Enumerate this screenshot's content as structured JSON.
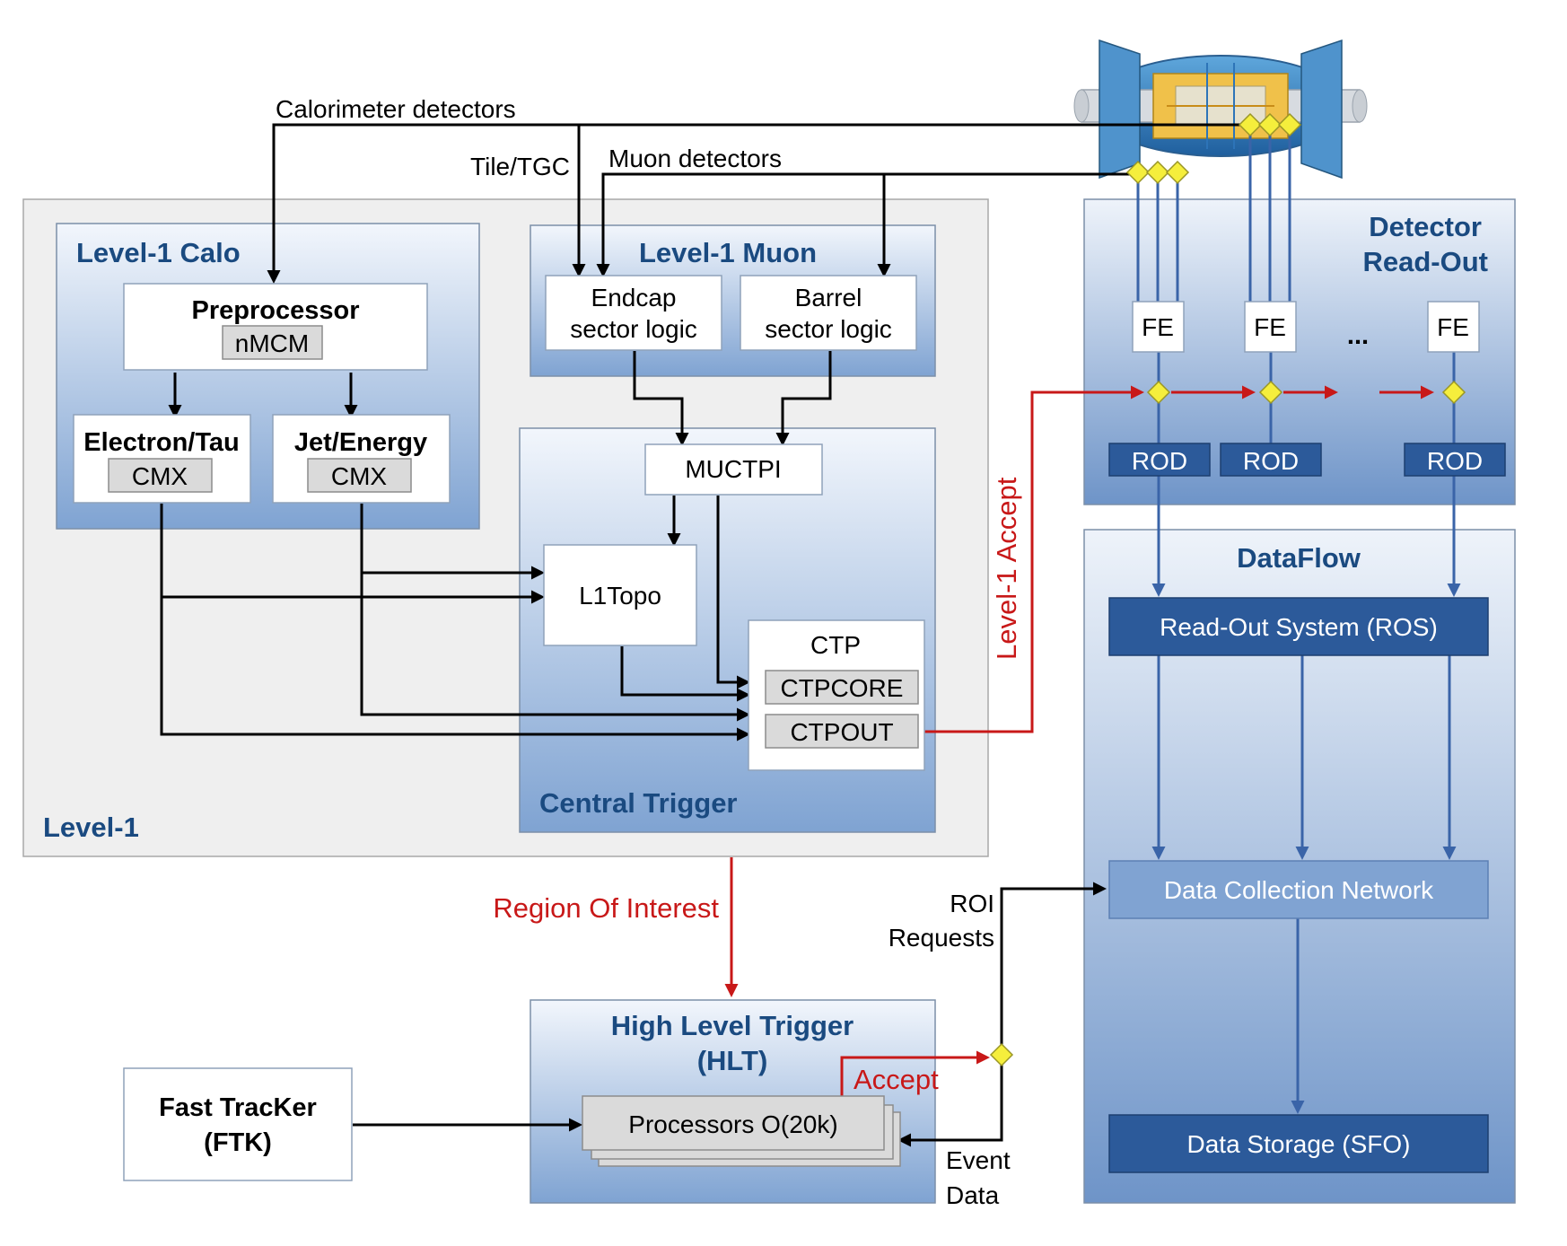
{
  "inputs": {
    "calorimeter": "Calorimeter detectors",
    "tile_tgc": "Tile/TGC",
    "muon": "Muon detectors"
  },
  "level1": {
    "label": "Level-1",
    "calo": {
      "title": "Level-1 Calo",
      "preprocessor": "Preprocessor",
      "nmcm": "nMCM",
      "electron_tau": "Electron/Tau",
      "jet_energy": "Jet/Energy",
      "cmx": "CMX"
    },
    "muon": {
      "title": "Level-1 Muon",
      "endcap_line1": "Endcap",
      "endcap_line2": "sector logic",
      "barrel_line1": "Barrel",
      "barrel_line2": "sector logic"
    },
    "central": {
      "title": "Central Trigger",
      "muctpi": "MUCTPI",
      "l1topo": "L1Topo",
      "ctp": "CTP",
      "ctpcore": "CTPCORE",
      "ctpout": "CTPOUT"
    }
  },
  "readout": {
    "title_line1": "Detector",
    "title_line2": "Read-Out",
    "fe": "FE",
    "rod": "ROD",
    "ellipsis": "..."
  },
  "dataflow": {
    "title": "DataFlow",
    "ros": "Read-Out System (ROS)",
    "dcn": "Data Collection Network",
    "sfo": "Data Storage (SFO)"
  },
  "hlt": {
    "title_line1": "High Level Trigger",
    "title_line2": "(HLT)",
    "processors": "Processors O(20k)"
  },
  "ftk": {
    "line1": "Fast TracKer",
    "line2": "(FTK)"
  },
  "signals": {
    "l1_accept": "Level-1 Accept",
    "roi": "Region Of Interest",
    "roi_requests_line1": "ROI",
    "roi_requests_line2": "Requests",
    "accept": "Accept",
    "event_data_line1": "Event",
    "event_data_line2": "Data"
  },
  "colors": {
    "title_blue": "#1a4a80",
    "signal_red": "#c81818",
    "readout_line": "#3a64a8",
    "dark_box": "#2c5a9a",
    "diamond": "#f5ee3c"
  }
}
